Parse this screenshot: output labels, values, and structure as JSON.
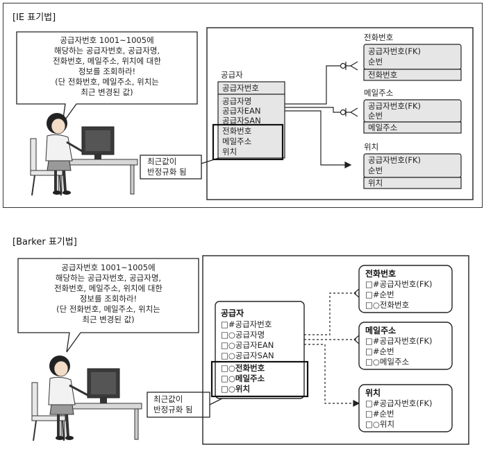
{
  "ie": {
    "title": "[IE 표기법]",
    "request_lines": [
      "공급자번호 1001~1005에",
      "해당하는 공급자번호, 공급자명,",
      "전화번호, 메일주소, 위치에 대한",
      "정보를 조회하라!",
      "(단 전화번호, 메일주소, 위치는",
      "최근 변경된 값)"
    ],
    "supplier": {
      "title": "공급자",
      "pk": "공급자번호",
      "attrs": [
        "공급자명",
        "공급자EAN",
        "공급자SAN"
      ],
      "repeating": [
        "전화번호",
        "메일주소",
        "위치"
      ]
    },
    "note_lines": [
      "최근값이",
      "반정규화 됨"
    ],
    "entities": [
      {
        "title": "전화번호",
        "keys": [
          "공급자번호(FK)",
          "순번"
        ],
        "attr": "전화번호"
      },
      {
        "title": "메일주소",
        "keys": [
          "공급자번호(FK)",
          "순번"
        ],
        "attr": "메일주소"
      },
      {
        "title": "위치",
        "keys": [
          "공급자번호(FK)",
          "순번"
        ],
        "attr": "위치"
      }
    ]
  },
  "barker": {
    "title": "[Barker 표기법]",
    "request_lines": [
      "공급자번호 1001~1005에",
      "해당하는 공급자번호, 공급자명,",
      "전화번호, 메일주소, 위치에 대한",
      "정보를 조회하라!",
      "(단 전화번호, 메일주소, 위치는",
      "최근 변경된 값)"
    ],
    "supplier": {
      "title": "공급자",
      "items": [
        "□#공급자번호",
        "□○공급자명",
        "□○공급자EAN",
        "□○공급자SAN"
      ],
      "repeating": [
        "□○전화번호",
        "□○메일주소",
        "□○위치"
      ]
    },
    "note_lines": [
      "최근값이",
      "반정규화 됨"
    ],
    "entities": [
      {
        "title": "전화번호",
        "items": [
          "□#공급자번호(FK)",
          "□#순번",
          "□○전화번호"
        ]
      },
      {
        "title": "메일주소",
        "items": [
          "□#공급자번호(FK)",
          "□#순번",
          "□○메일주소"
        ]
      },
      {
        "title": "위치",
        "items": [
          "□#공급자번호(FK)",
          "□#순번",
          "□○위치"
        ]
      }
    ]
  }
}
